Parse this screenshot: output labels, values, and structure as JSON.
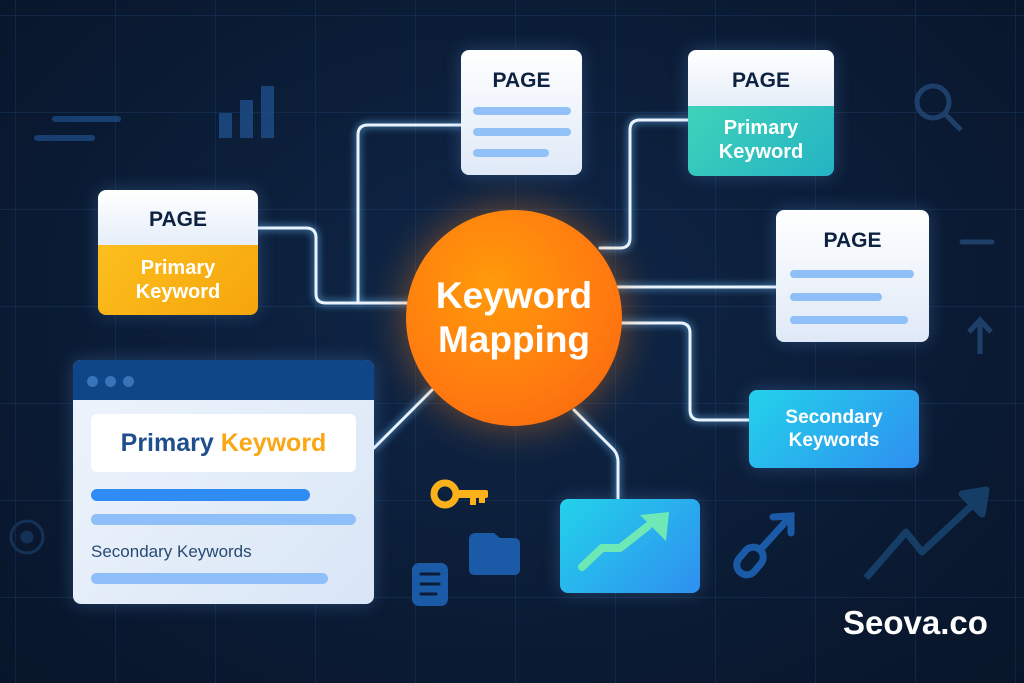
{
  "center": {
    "line1": "Keyword",
    "line2": "Mapping"
  },
  "cards": {
    "left": {
      "title": "PAGE",
      "line1": "Primary",
      "line2": "Keyword"
    },
    "top_center": {
      "title": "PAGE"
    },
    "top_right": {
      "title": "PAGE",
      "line1": "Primary",
      "line2": "Keyword"
    },
    "right": {
      "title": "PAGE"
    }
  },
  "secondary_box": {
    "line1": "Secondary",
    "line2": "Keywords"
  },
  "browser": {
    "primary_word": "Primary",
    "keyword_word": "Keyword",
    "secondary_label": "Secondary Keywords"
  },
  "brand": "Seova.co",
  "colors": {
    "orange": "#ff8a00",
    "yellow": "#fbb21a",
    "teal": "#2cc6b8",
    "blue": "#2f9bf0",
    "navy": "#0b1c36"
  }
}
